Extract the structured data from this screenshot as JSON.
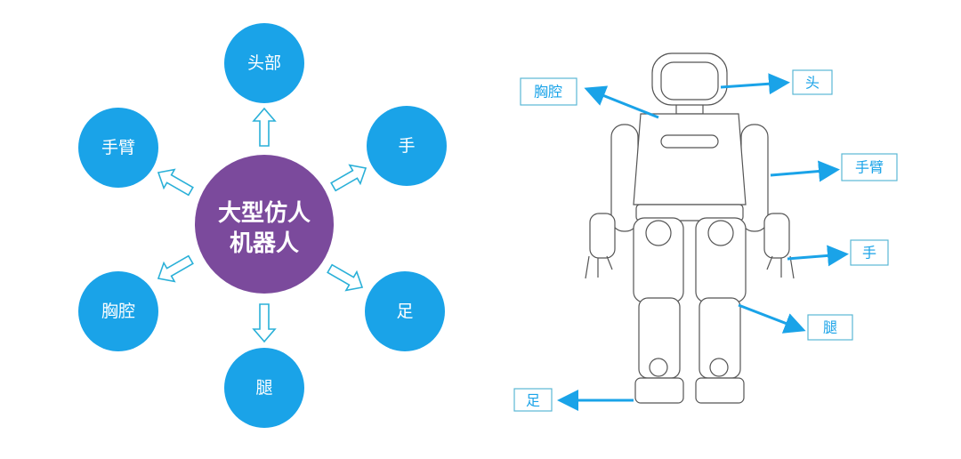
{
  "left_diagram": {
    "center": {
      "line1": "大型仿人",
      "line2": "机器人"
    },
    "nodes": {
      "head": "头部",
      "arm": "手臂",
      "hand": "手",
      "chest": "胸腔",
      "foot": "足",
      "leg": "腿"
    }
  },
  "right_diagram": {
    "labels": {
      "chest": "胸腔",
      "head": "头",
      "arm": "手臂",
      "hand": "手",
      "leg": "腿",
      "foot": "足"
    }
  },
  "colors": {
    "node_blue": "#1aa3e8",
    "center_purple": "#7b4a9c",
    "arrow_outline": "#2ab0d8"
  }
}
